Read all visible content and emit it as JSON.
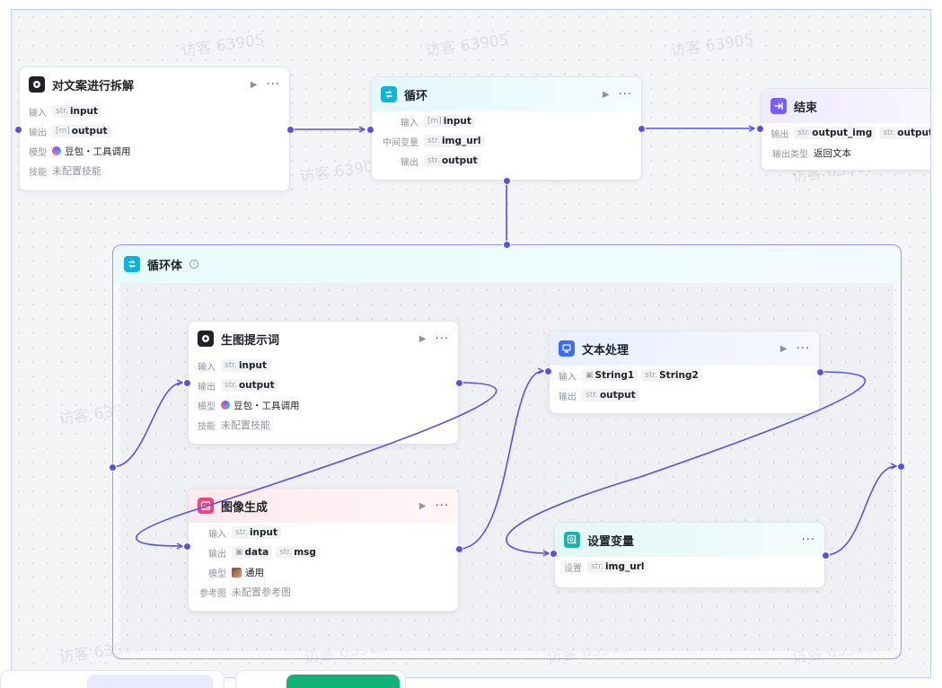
{
  "watermark": "访客 63905",
  "labels": {
    "input": "输入",
    "output": "输出",
    "model": "模型",
    "skill": "技能",
    "mid_var": "中间变量",
    "output_type": "输出类型",
    "ref_image": "参考图",
    "set": "设置"
  },
  "nodes": {
    "split": {
      "title": "对文案进行拆解",
      "input_type": "str.",
      "input_name": "input",
      "output_type": "[m]",
      "output_name": "output",
      "model": "豆包・工具调用",
      "skill": "未配置技能"
    },
    "loop": {
      "title": "循环",
      "input_type": "[m]",
      "input_name": "input",
      "mid_type": "str.",
      "mid_name": "img_url",
      "output_type": "str.",
      "output_name": "output"
    },
    "end": {
      "title": "结束",
      "out1_type": "str.",
      "out1_name": "output_img",
      "out2_type": "str.",
      "out2_name": "output",
      "output_type_value": "返回文本"
    },
    "loop_body": {
      "title": "循环体"
    },
    "prompt": {
      "title": "生图提示词",
      "input_type": "str.",
      "input_name": "input",
      "output_type": "str.",
      "output_name": "output",
      "model": "豆包・工具调用",
      "skill": "未配置技能"
    },
    "image_gen": {
      "title": "图像生成",
      "input_type": "str.",
      "input_name": "input",
      "out1_name": "data",
      "out2_type": "str.",
      "out2_name": "msg",
      "model": "通用",
      "ref": "未配置参考图"
    },
    "text_proc": {
      "title": "文本处理",
      "in1_name": "String1",
      "in2_type": "str.",
      "in2_name": "String2",
      "output_type": "str.",
      "output_name": "output"
    },
    "set_var": {
      "title": "设置变量",
      "set_type": "str.",
      "set_name": "img_url"
    }
  },
  "colors": {
    "accent": "#5b4fe6",
    "group_border": "#9c93ff",
    "loop_icon": "#0fb4d8",
    "end_icon": "#7a5cff",
    "image_icon": "#f0437f",
    "text_icon": "#3b6cf6",
    "setvar_icon": "#12b5b0",
    "llm_icon": "#1f2329"
  }
}
